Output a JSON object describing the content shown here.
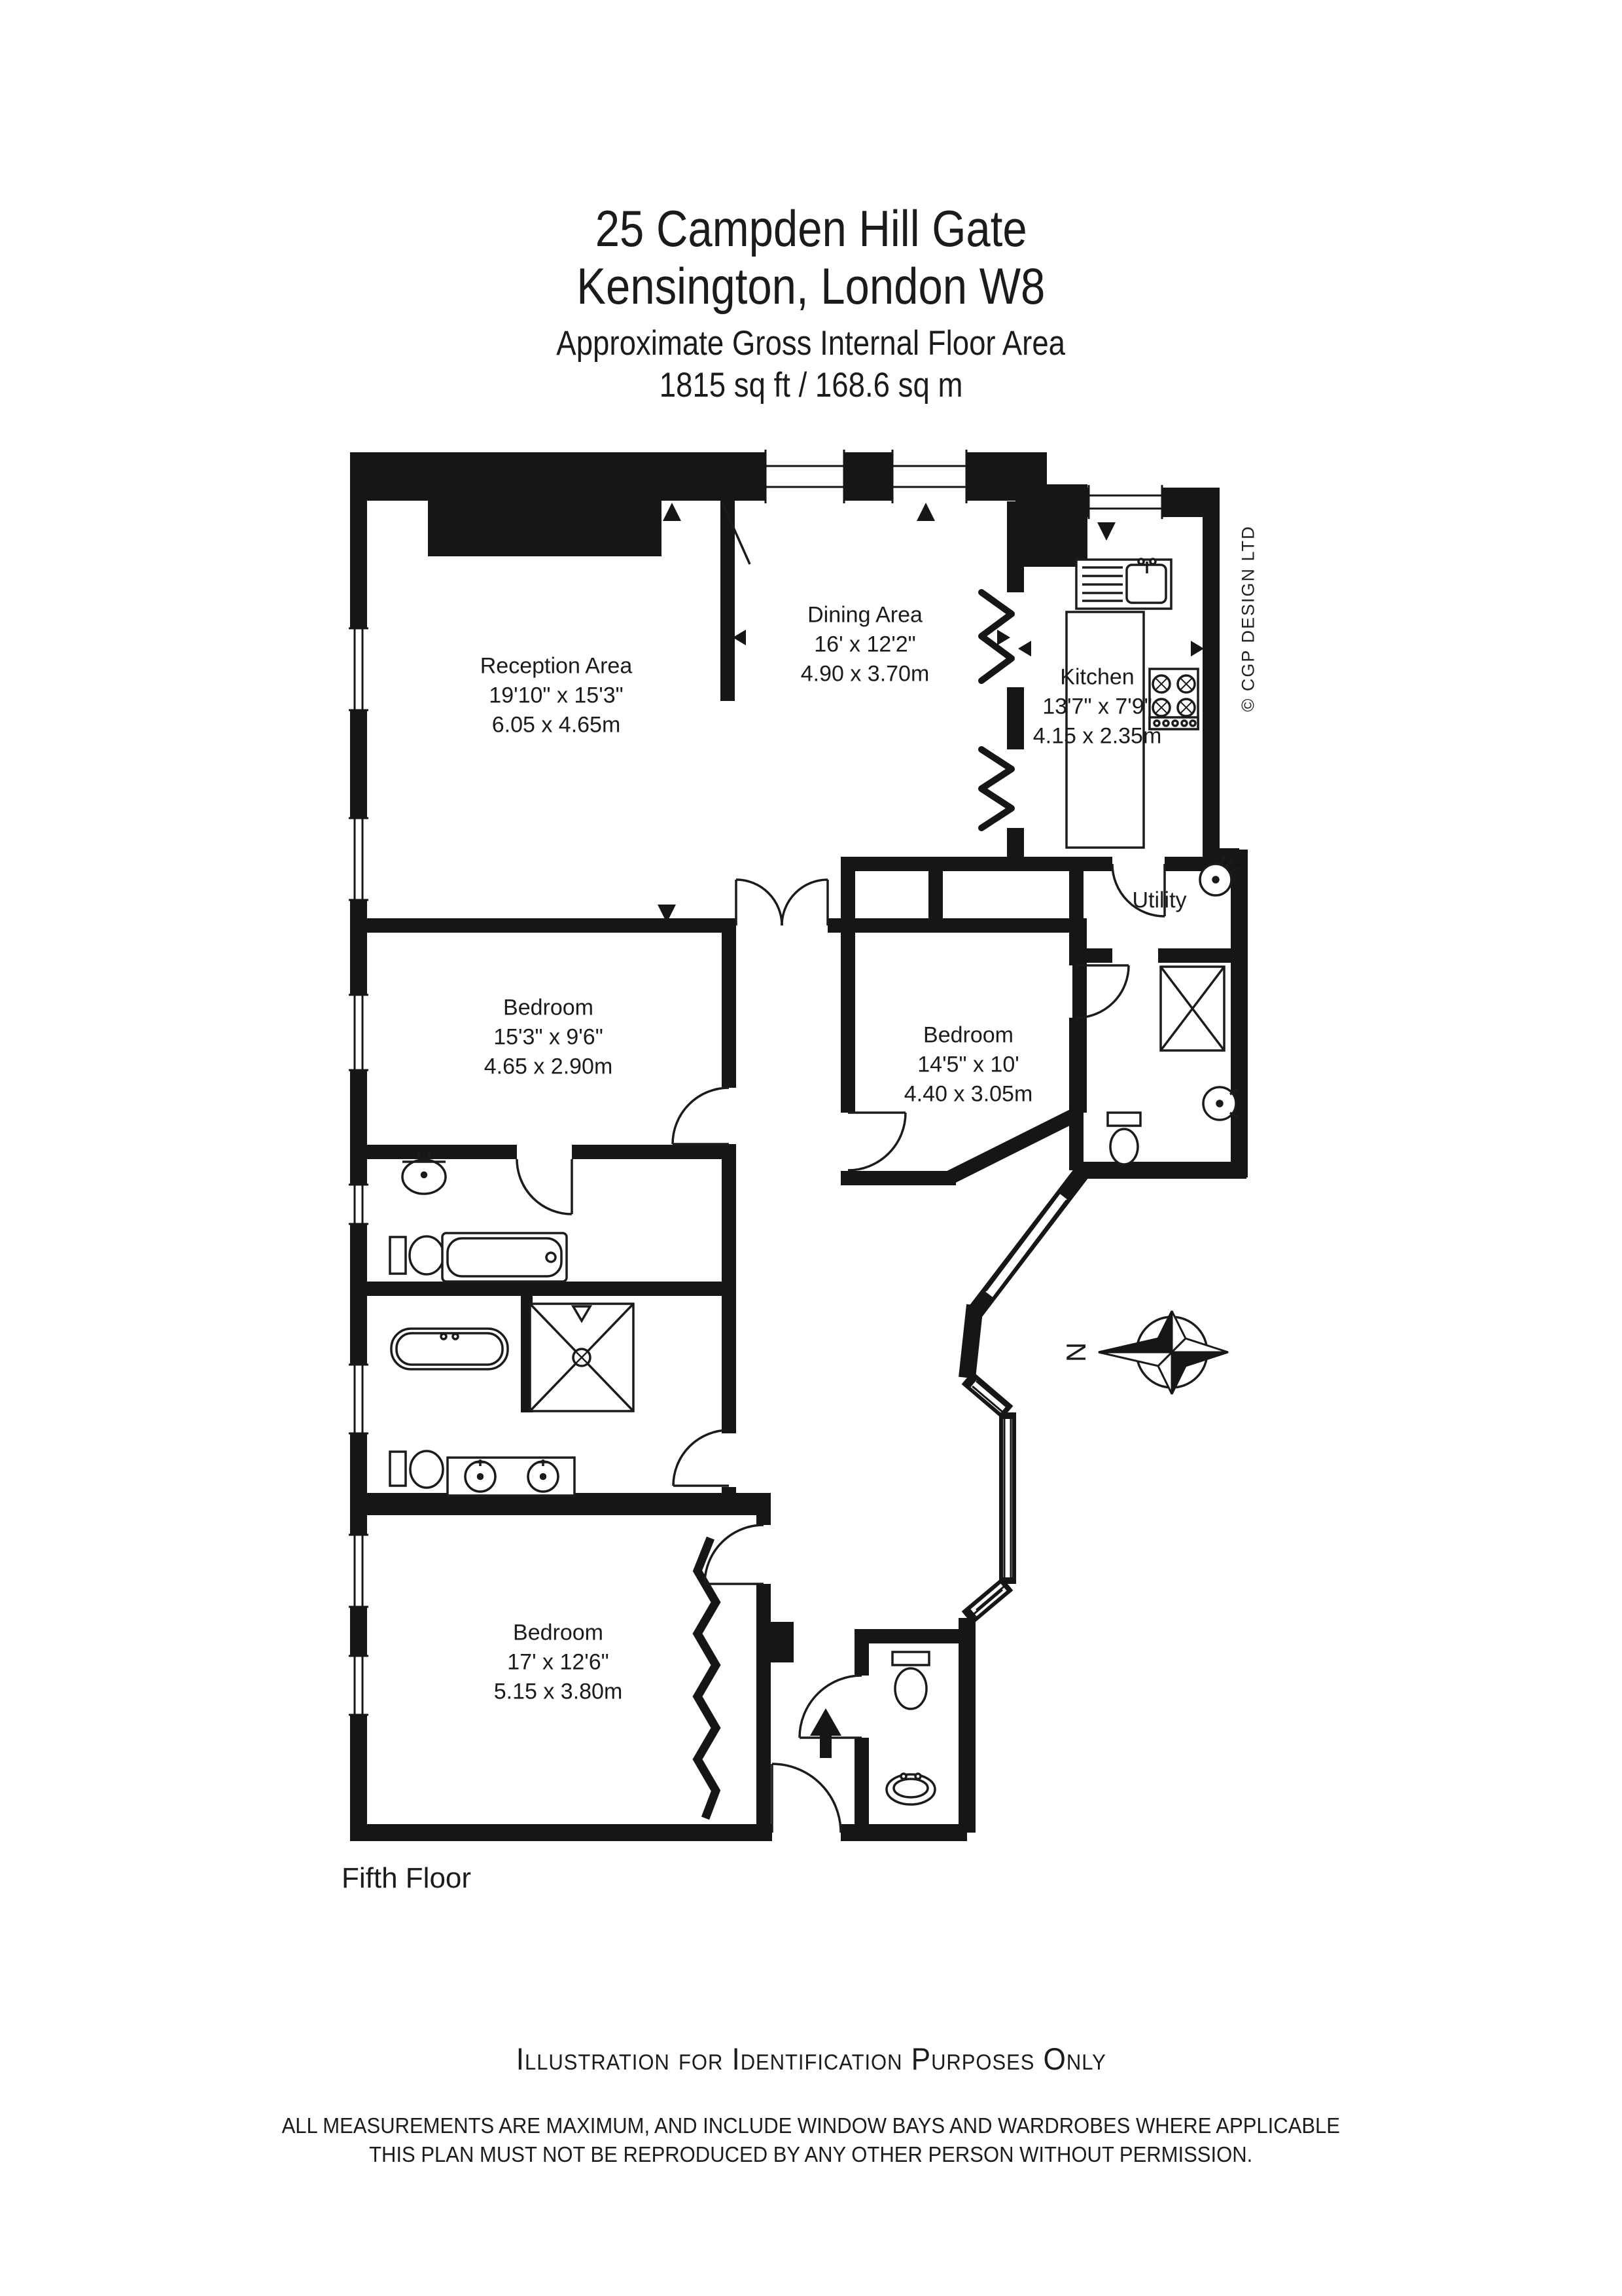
{
  "header": {
    "address_line1": "25 Campden Hill Gate",
    "address_line2": "Kensington, London W8",
    "area_label": "Approximate Gross Internal Floor Area",
    "area_value": "1815 sq ft / 168.6 sq m"
  },
  "rooms": {
    "reception": {
      "name": "Reception Area",
      "imperial": "19'10\" x 15'3\"",
      "metric": "6.05 x 4.65m"
    },
    "dining": {
      "name": "Dining Area",
      "imperial": "16' x 12'2\"",
      "metric": "4.90 x 3.70m"
    },
    "kitchen": {
      "name": "Kitchen",
      "imperial": "13'7\" x 7'9\"",
      "metric": "4.15 x 2.35m"
    },
    "utility": {
      "name": "Utility"
    },
    "bedroom_left": {
      "name": "Bedroom",
      "imperial": "15'3\" x 9'6\"",
      "metric": "4.65 x 2.90m"
    },
    "bedroom_right": {
      "name": "Bedroom",
      "imperial": "14'5\" x 10'",
      "metric": "4.40 x 3.05m"
    },
    "bedroom_bottom": {
      "name": "Bedroom",
      "imperial": "17' x 12'6\"",
      "metric": "5.15 x 3.80m"
    }
  },
  "floor_label": "Fifth Floor",
  "compass": {
    "north_label": "N"
  },
  "copyright": "© CGP DESIGN LTD",
  "footer": {
    "line1": "Illustration for Identification Purposes Only",
    "line2": "ALL MEASUREMENTS ARE MAXIMUM, AND INCLUDE WINDOW BAYS AND WARDROBES WHERE APPLICABLE",
    "line3": "THIS PLAN MUST NOT BE REPRODUCED BY ANY OTHER PERSON WITHOUT PERMISSION."
  },
  "colors": {
    "wall": "#161616",
    "text": "#1b1b1b",
    "background": "#ffffff"
  }
}
